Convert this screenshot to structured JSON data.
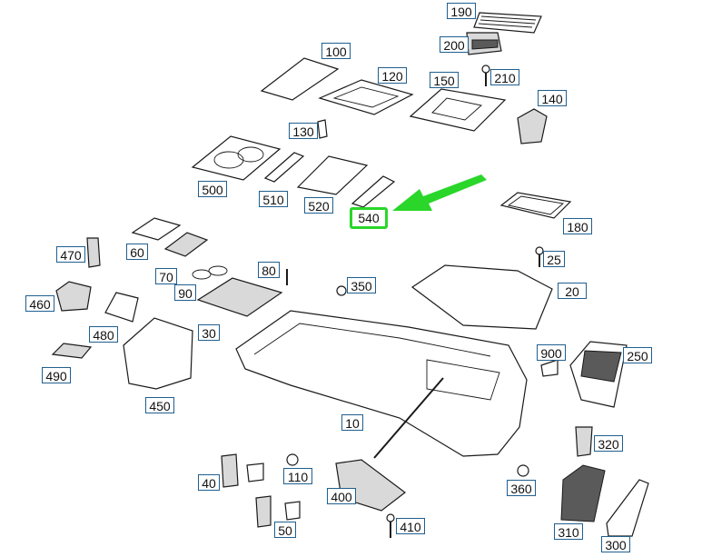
{
  "callouts": {
    "c190": "190",
    "c200": "200",
    "c210": "210",
    "c100": "100",
    "c120": "120",
    "c150": "150",
    "c140": "140",
    "c130": "130",
    "c500": "500",
    "c510": "510",
    "c520": "520",
    "c540": "540",
    "c180": "180",
    "c470": "470",
    "c60": "60",
    "c25": "25",
    "c70": "70",
    "c80": "80",
    "c350": "350",
    "c90": "90",
    "c20": "20",
    "c460": "460",
    "c30": "30",
    "c480": "480",
    "c900": "900",
    "c250": "250",
    "c490": "490",
    "c450": "450",
    "c10": "10",
    "c320": "320",
    "c40": "40",
    "c110": "110",
    "c400": "400",
    "c360": "360",
    "c410": "410",
    "c50": "50",
    "c310": "310",
    "c300": "300"
  },
  "colors": {
    "highlight": "#2ad62a",
    "callout_border": "#1f5f8f",
    "line": "#1a1a1a"
  },
  "highlighted_part": "540"
}
